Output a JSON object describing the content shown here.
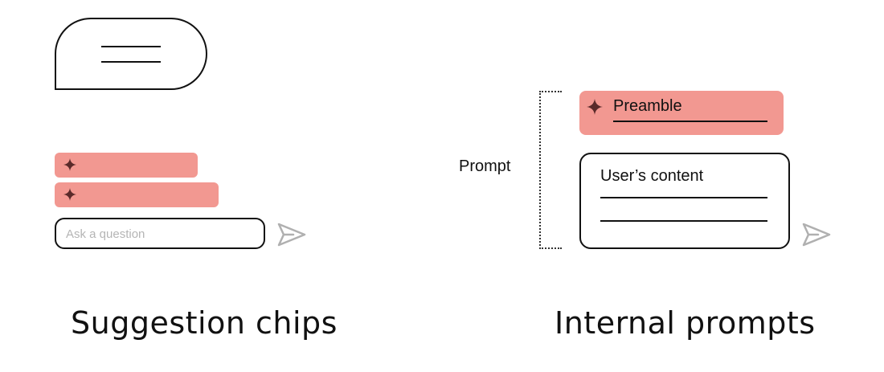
{
  "colors": {
    "chip_fill": "#f29891",
    "sparkle": "#5a2a2a",
    "stroke": "#111111",
    "send_icon": "#b0b0b0"
  },
  "icons": {
    "sparkle": "four-point-sparkle-icon",
    "send": "send-arrow-icon"
  },
  "suggestion_panel": {
    "input_placeholder": "Ask a question",
    "caption": "Suggestion chips"
  },
  "internal_panel": {
    "bracket_label": "Prompt",
    "preamble_label": "Preamble",
    "content_label": "User’s content",
    "caption": "Internal prompts"
  }
}
